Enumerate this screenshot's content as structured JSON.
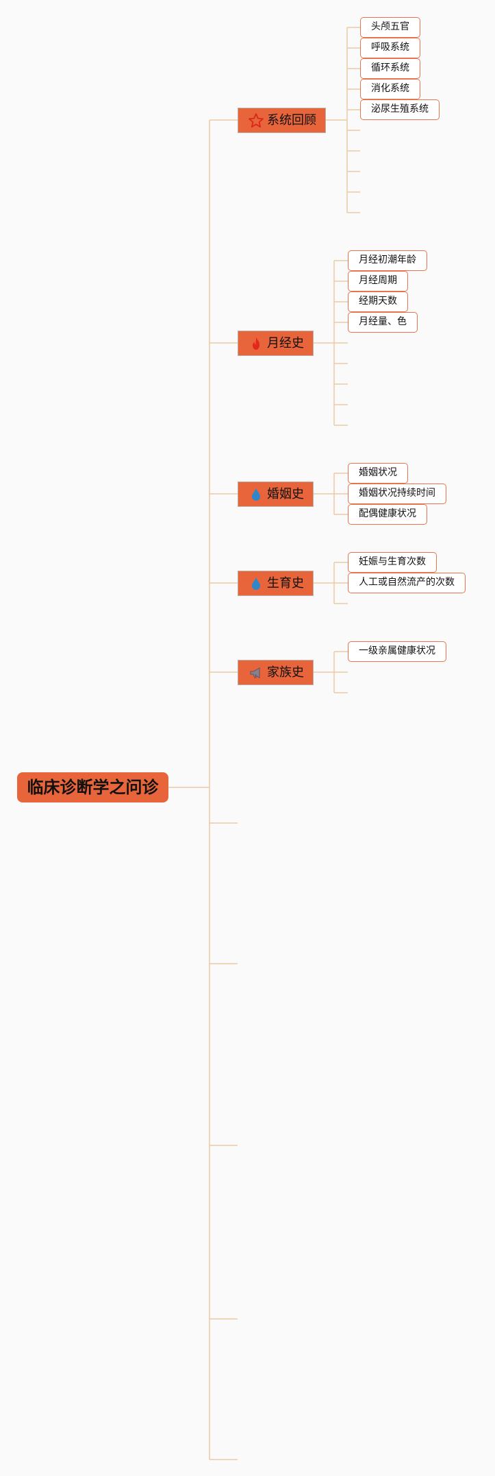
{
  "colors": {
    "accent": "#e8643a",
    "line": "#ecc9a3",
    "leaf_border": "#e6744d"
  },
  "root": {
    "label": "临床诊断学之问诊"
  },
  "branches": [
    {
      "label": "系统回顾",
      "icon": "star-icon",
      "children": [
        "头颅五官",
        "呼吸系统",
        "循环系统",
        "消化系统",
        "泌尿生殖系统"
      ]
    },
    {
      "label": "月经史",
      "icon": "flame-icon",
      "children": [
        "月经初潮年龄",
        "月经周期",
        "经期天数",
        "月经量、色"
      ]
    },
    {
      "label": "婚姻史",
      "icon": "water-drop-icon",
      "children": [
        "婚姻状况",
        "婚姻状况持续时间",
        "配偶健康状况"
      ]
    },
    {
      "label": "生育史",
      "icon": "water-drop-icon",
      "children": [
        "妊娠与生育次数",
        "人工或自然流产的次数"
      ]
    },
    {
      "label": "家族史",
      "icon": "megaphone-icon",
      "children": [
        "一级亲属健康状况"
      ]
    }
  ]
}
